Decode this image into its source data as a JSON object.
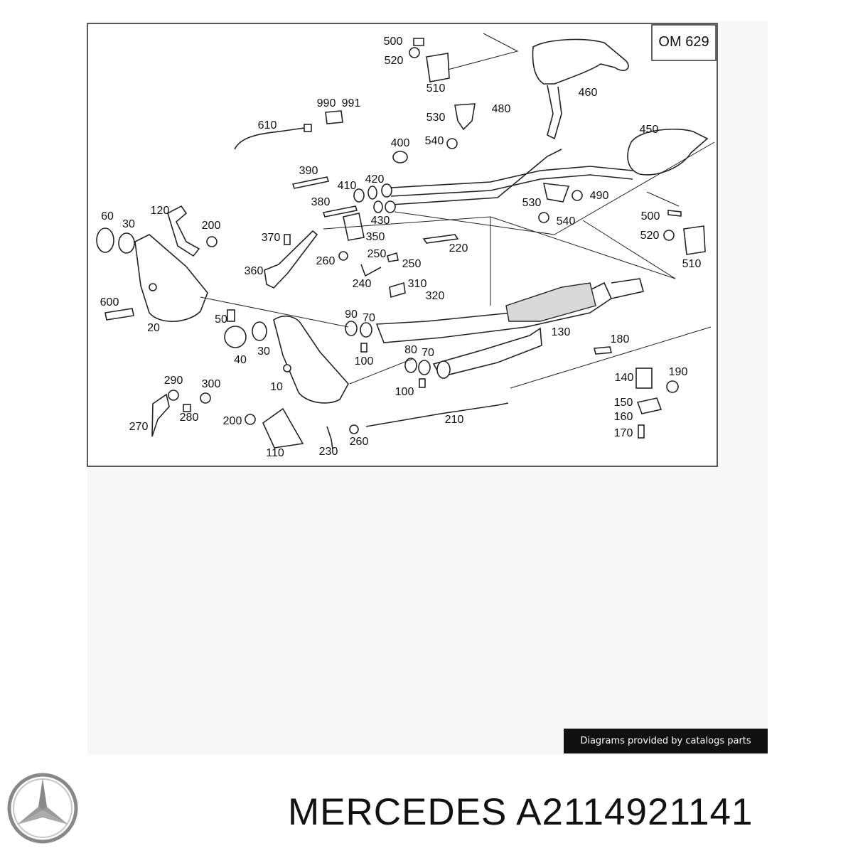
{
  "diagram": {
    "engine_tag": "OM 629",
    "callouts": [
      "500",
      "520",
      "510",
      "460",
      "990",
      "991",
      "610",
      "530",
      "480",
      "540",
      "450",
      "400",
      "390",
      "410",
      "420",
      "490",
      "380",
      "430",
      "530",
      "540",
      "500",
      "520",
      "510",
      "60",
      "30",
      "120",
      "200",
      "370",
      "350",
      "260",
      "250",
      "220",
      "360",
      "250",
      "240",
      "310",
      "320",
      "600",
      "20",
      "50",
      "90",
      "70",
      "130",
      "40",
      "30",
      "100",
      "180",
      "80",
      "70",
      "10",
      "100",
      "140",
      "190",
      "290",
      "300",
      "150",
      "160",
      "280",
      "270",
      "200",
      "210",
      "170",
      "110",
      "230",
      "260"
    ]
  },
  "credit_text": "Diagrams provided by catalogs parts",
  "product": {
    "brand_logo": "mercedes-star-logo",
    "title": "MERCEDES A2114921141"
  }
}
